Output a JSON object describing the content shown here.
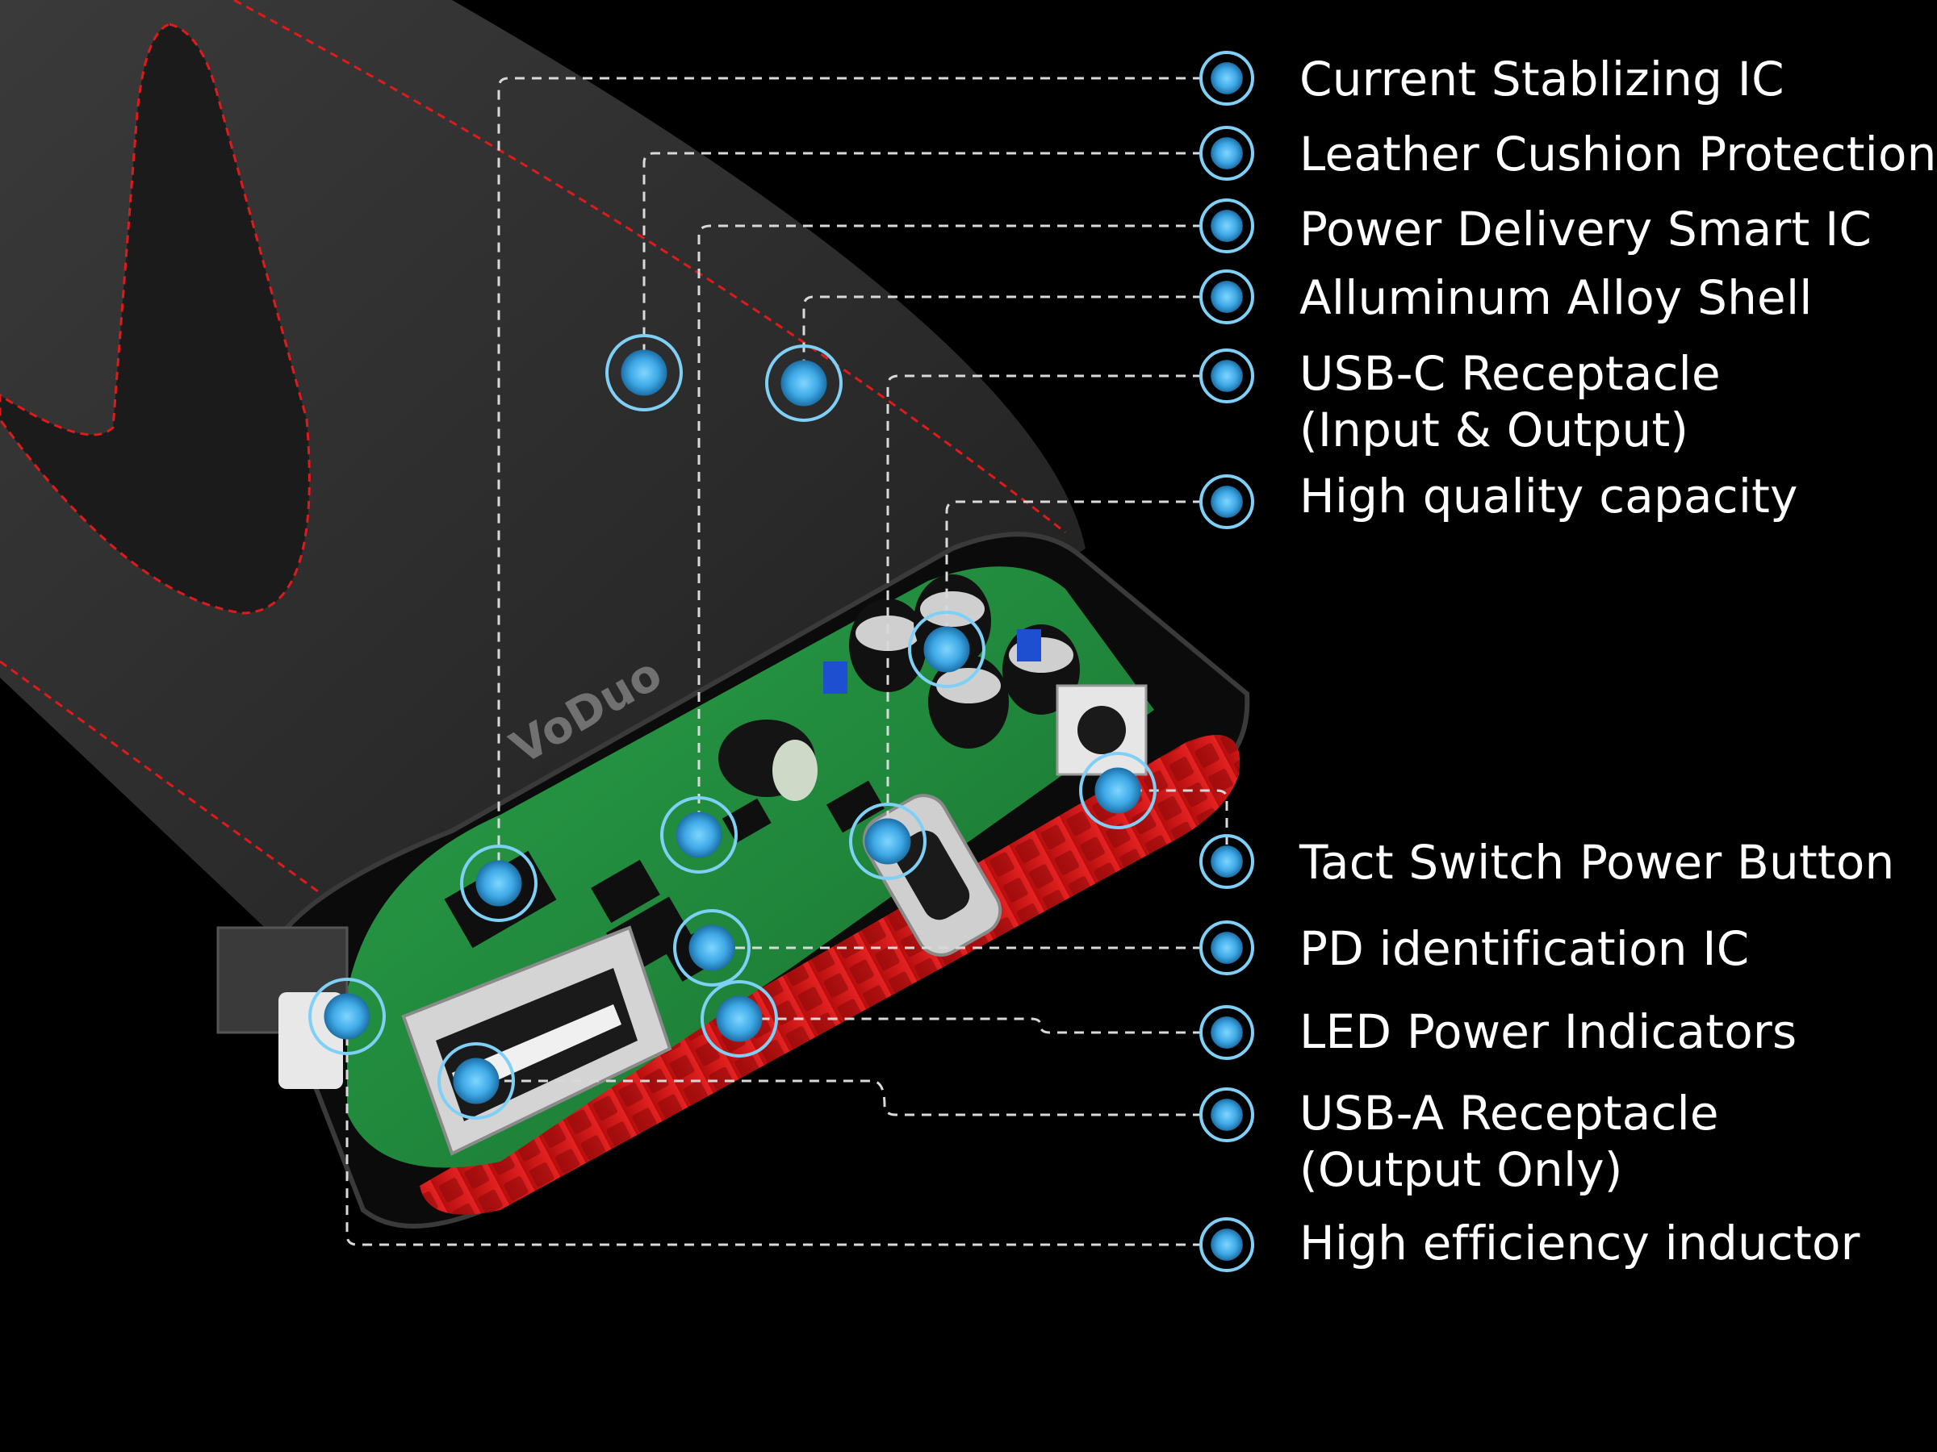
{
  "diagram": {
    "brand_text": "VoDuo",
    "colors": {
      "background": "#000000",
      "leather": "#2b2b2b",
      "stitch": "#e01a1a",
      "pcb": "#1f8a3a",
      "vent": "#d81414",
      "marker": "#4fb8ee",
      "marker_ring": "#7fd0f7",
      "leader": "#d9d9d9"
    },
    "callouts": [
      {
        "label": "Current Stablizing IC"
      },
      {
        "label": "Leather Cushion Protection"
      },
      {
        "label": "Power Delivery Smart IC"
      },
      {
        "label": "Alluminum Alloy Shell"
      },
      {
        "label": "USB-C Receptacle",
        "label2": "(Input & Output)"
      },
      {
        "label": "High quality capacity"
      },
      {
        "label": "Tact Switch Power Button"
      },
      {
        "label": "PD identification IC"
      },
      {
        "label": "LED Power Indicators"
      },
      {
        "label": "USB-A Receptacle",
        "label2": "(Output Only)"
      },
      {
        "label": "High efficiency inductor"
      }
    ]
  }
}
